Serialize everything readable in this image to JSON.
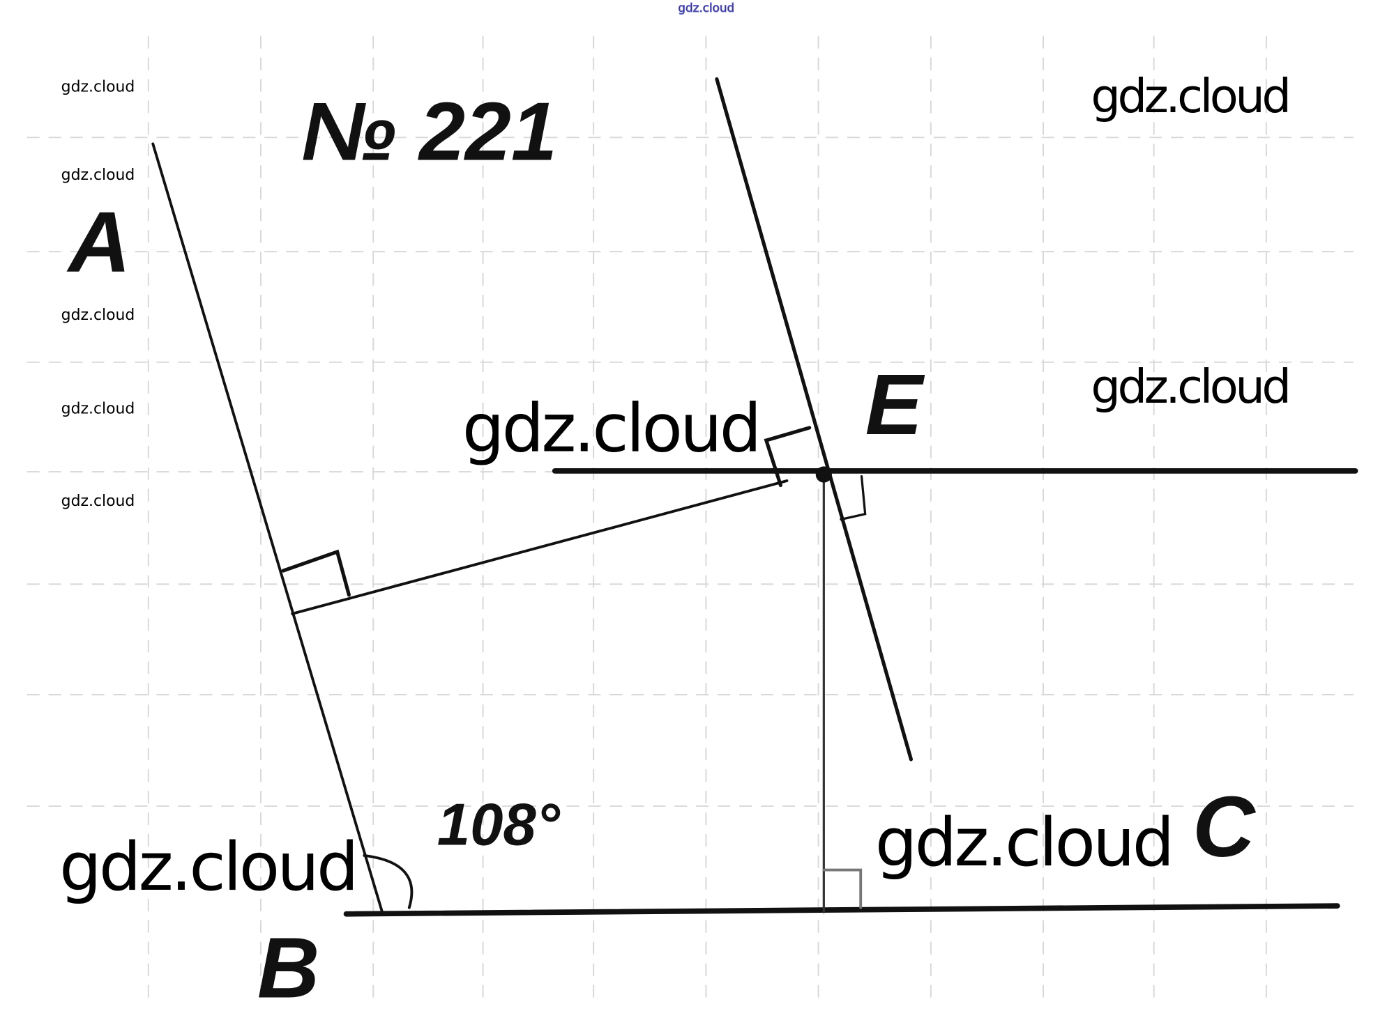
{
  "title": "№ 221",
  "points": {
    "A": "A",
    "B": "B",
    "C": "C",
    "E": "E"
  },
  "angle_label": "108°",
  "watermarks": {
    "top": "gdz.cloud",
    "small": [
      "gdz.cloud",
      "gdz.cloud",
      "gdz.cloud",
      "gdz.cloud",
      "gdz.cloud"
    ],
    "large": [
      "gdz.cloud",
      "gdz.cloud",
      "gdz.cloud",
      "gdz.cloud",
      "gdz.cloud"
    ]
  },
  "colors": {
    "ink": "#111111",
    "grid": "#d8d8d8",
    "top_watermark": "#6a6ad0"
  }
}
